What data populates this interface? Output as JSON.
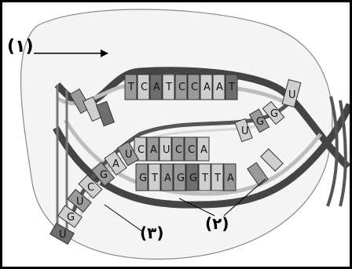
{
  "labels": {
    "label_1": "(١)",
    "label_2": "(٢)",
    "label_3": "(٣)"
  },
  "strands": {
    "template_top": [
      "T",
      "C",
      "A",
      "T",
      "C",
      "C",
      "A",
      "A",
      "T"
    ],
    "template_bottom": [
      "G",
      "T",
      "A",
      "G",
      "G",
      "T",
      "T",
      "A"
    ],
    "rna_mid": [
      "C",
      "A",
      "U",
      "C",
      "C",
      "A"
    ],
    "rna_tail_left": [
      "U",
      "G",
      "U",
      "C",
      "G",
      "A",
      "U"
    ],
    "rna_right": [
      "U",
      "G",
      "G",
      "U"
    ]
  },
  "colors": {
    "cell": "#f4f4f4",
    "strand_dark": "#444444",
    "strand_light": "#bdbdbd",
    "base_dark": "#6e6e6e",
    "base_mid": "#9a9a9a",
    "base_light": "#cfcfcf"
  }
}
